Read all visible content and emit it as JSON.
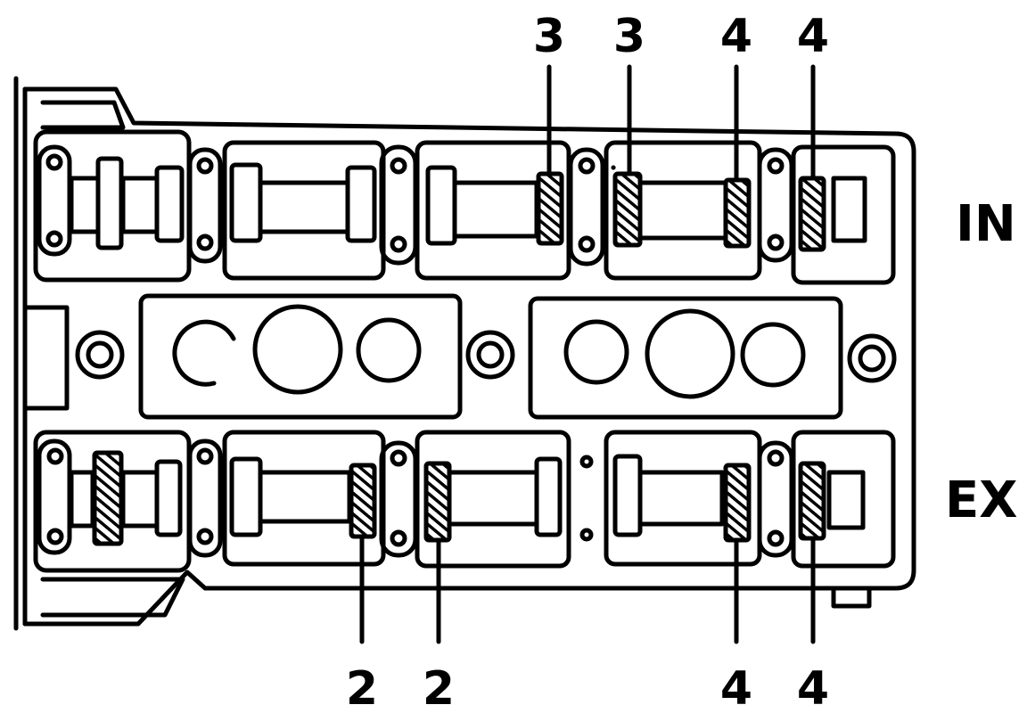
{
  "colors": {
    "ink": "#000000",
    "paper": "#ffffff"
  },
  "rows": {
    "intake": "IN",
    "exhaust": "EX"
  },
  "callouts": {
    "top": [
      "3",
      "3",
      "4",
      "4"
    ],
    "bottom": [
      "2",
      "2",
      "4",
      "4"
    ]
  }
}
